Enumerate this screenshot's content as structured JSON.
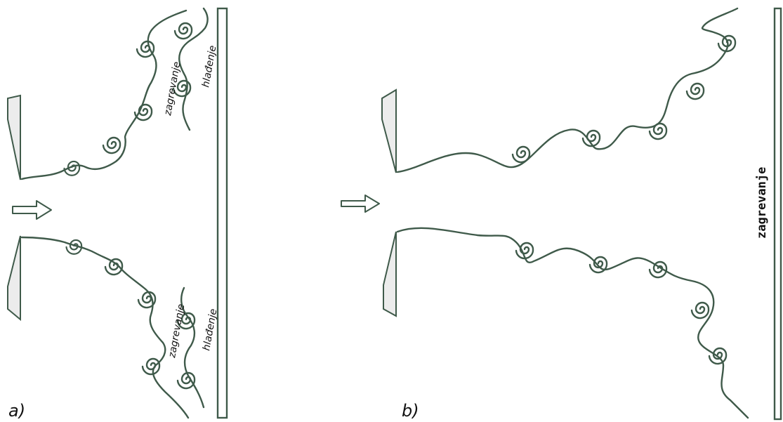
{
  "panels": [
    {
      "id": "a",
      "label": "a)",
      "heating_labels": [
        "zagrevanje",
        "zagrevanje"
      ],
      "cooling_labels": [
        "hlađenje",
        "hlađenje"
      ]
    },
    {
      "id": "b",
      "label": "b)",
      "heating_labels": [
        "zagrevanje"
      ]
    }
  ],
  "colors": {
    "ink": "#3f5a4a",
    "nozzle_fill": "#ececec",
    "background": "#ffffff"
  },
  "icons": [
    "flow-arrow-icon",
    "vortex-icon",
    "nozzle-lip-icon"
  ]
}
